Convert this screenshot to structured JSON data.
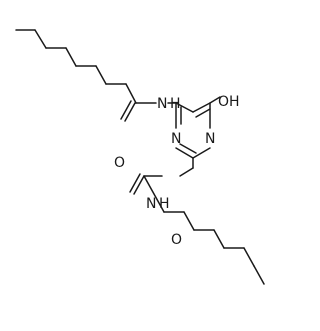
{
  "molecule": {
    "atom_labels": {
      "top_amide_nh": "N\nH",
      "top_carbonyl_o": "O",
      "ring_hydroxyl": "OH",
      "ring_n_right": "N",
      "ring_n_left": "N",
      "bottom_amide_nh": "N\nH",
      "bottom_carbonyl_o": "O"
    }
  }
}
